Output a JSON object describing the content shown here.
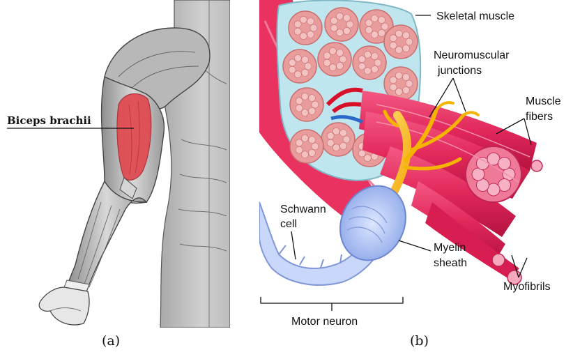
{
  "panel_a": {
    "label": "Biceps brachii",
    "caption": "(a)"
  },
  "panel_b": {
    "caption": "(b)",
    "labels": {
      "skeletal_muscle": "Skeletal muscle",
      "neuromuscular_1": "Neuromuscular",
      "neuromuscular_2": "junctions",
      "muscle_fibers_1": "Muscle",
      "muscle_fibers_2": "fibers",
      "schwann_1": "Schwann",
      "schwann_2": "cell",
      "myelin_1": "Myelin",
      "myelin_2": "sheath",
      "myofibrils": "Myofibrils",
      "motor_neuron": "Motor neuron"
    }
  },
  "colors": {
    "biceps": "#e0484f",
    "muscle": "#e9325f",
    "fascicle": "#e89c9c",
    "perimysium": "#bfe6ee",
    "nerve": "#f5b400",
    "myelin": "#9ab5ee"
  }
}
